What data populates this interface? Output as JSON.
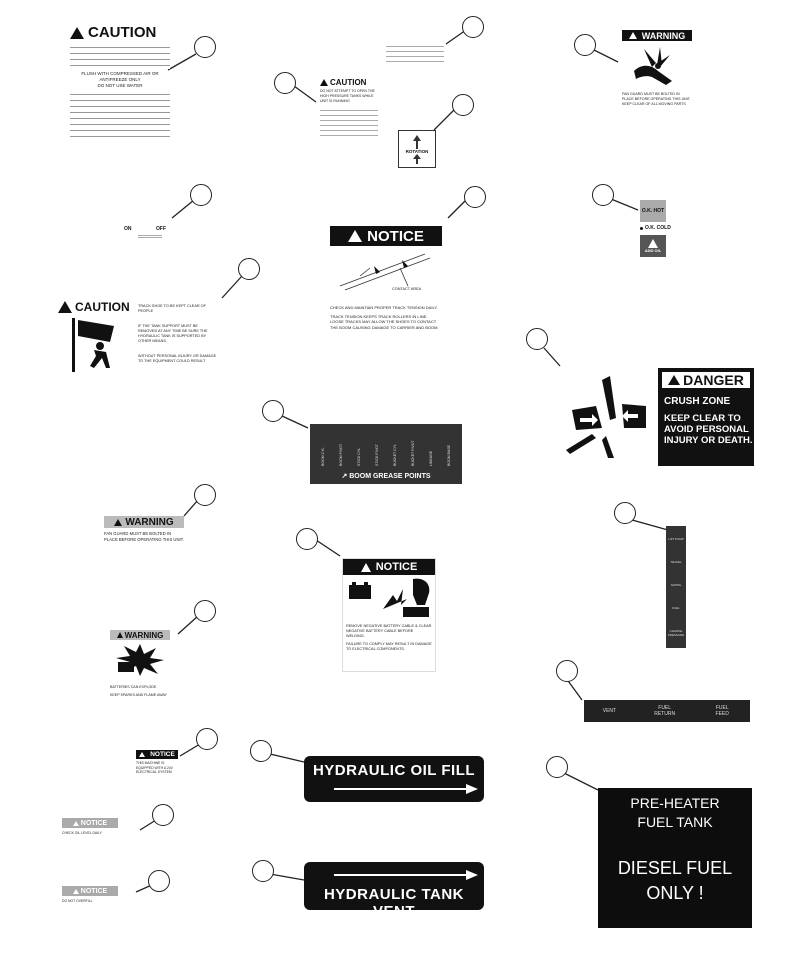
{
  "labels": {
    "caution_large": {
      "header": "CAUTION",
      "sub_line": "FLUSH WITH COMPRESSED AIR OR ANTIFREEZE ONLY",
      "sub_line2": "DO NOT USE WATER"
    },
    "caution_small": {
      "header": "CAUTION",
      "text": "DO NOT ATTEMPT TO OPEN THE HIGH PRESSURE TANKS WHILE UNIT IS RUNNING"
    },
    "rotation": {
      "label": "ROTATION"
    },
    "warning_fan_top": {
      "header": "WARNING",
      "text": "FAN GUARD MUST BE BOLTED IN PLACE BEFORE OPERATING THIS UNIT. KEEP CLEAR OF ALL MOVING PARTS"
    },
    "on_off": {
      "on": "ON",
      "off": "OFF"
    },
    "notice_boom": {
      "header": "NOTICE",
      "contact_label": "CONTACT AREA",
      "text1": "CHECK AND MAINTAIN PROPER TRACK TENSION DAILY.",
      "text2": "TRACK TENSION KEEPS TRACK ROLLERS IN LINE. LOOSE TRACKS MAY ALLOW THE SHOES TO CONTACT THE BOOM CAUSING DAMAGE TO CARRIER AND BOOM."
    },
    "gauge": {
      "ok_hot": "O.K. HOT",
      "ok_cold": "O.K. COLD",
      "add_oil": "ADD OIL"
    },
    "caution_crush": {
      "header": "CAUTION",
      "text1": "TRACK SHOE TO BE KEPT CLEAR OF PEOPLE",
      "text2": "IF THE TANK SUPPORT MUST BE REMOVED AT ANY TIME BE SURE THE HYDRAULIC TANK IS SUPPORTED BY OTHER MEANS.",
      "text3": "WITHOUT PERSONAL INJURY OR DAMAGE TO THE EQUIPMENT COULD RESULT"
    },
    "danger": {
      "header": "DANGER",
      "line1": "CRUSH ZONE",
      "line2": "KEEP CLEAR TO",
      "line3": "AVOID PERSONAL",
      "line4": "INJURY OR DEATH."
    },
    "grease": {
      "title": "BOOM GREASE POINTS",
      "points": [
        "BOOM CYL",
        "BOOM PIVOT",
        "STICK CYL",
        "STICK PIVOT",
        "BUCKET CYL",
        "BUCKET PIVOT",
        "LINKAGE",
        "BOOM BASE"
      ]
    },
    "warning_fan_mid": {
      "header": "WARNING",
      "text": "FAN GUARD MUST BE BOLTED IN PLACE BEFORE OPERATING THIS UNIT."
    },
    "strip_vertical": {
      "items": [
        "LIFT PUMP",
        "TRAVEL",
        "SWING",
        "FUEL",
        "CHARGE PRESSURE"
      ]
    },
    "notice_battery": {
      "header": "NOTICE",
      "text1": "REMOVE NEGATIVE BATTERY CABLE & CLEAR NEGATIVE BATTERY CABLE BEFORE WELDING.",
      "text2": "FAILURE TO COMPLY MAY RESULT IN DAMAGE TO ELECTRICAL COMPONENTS."
    },
    "warning_explosion": {
      "header": "WARNING",
      "text1": "BATTERIES CAN EXPLODE",
      "text2": "KEEP SPARKS AND FLAME AWAY"
    },
    "fuel_strip": {
      "vent": "VENT",
      "return": "FUEL RETURN",
      "feed": "FUEL FEED"
    },
    "notice_small_1": {
      "header": "NOTICE",
      "text": "THIS MACHINE IS EQUIPPED WITH A 24V ELECTRICAL SYSTEM"
    },
    "hydraulic_fill": {
      "label": "HYDRAULIC OIL FILL"
    },
    "preheater": {
      "line1": "PRE-HEATER",
      "line2": "FUEL TANK",
      "line3": "DIESEL FUEL",
      "line4": "ONLY !"
    },
    "notice_small_2": {
      "header": "NOTICE",
      "text": "CHECK OIL LEVEL DAILY"
    },
    "hydraulic_vent": {
      "label": "HYDRAULIC TANK VENT"
    },
    "notice_small_3": {
      "header": "NOTICE",
      "text": "DO NOT OVERFILL"
    }
  }
}
